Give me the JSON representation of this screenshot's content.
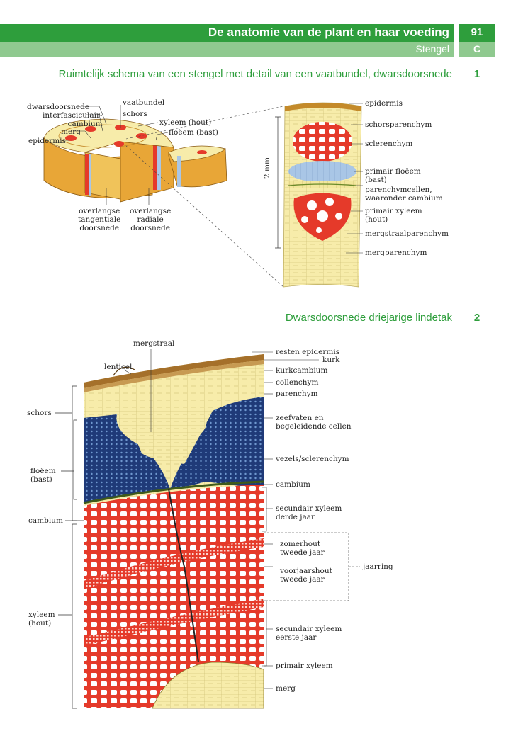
{
  "header": {
    "title": "De anatomie van de plant en haar voeding",
    "page_number": "91",
    "subtitle": "Stengel",
    "section_letter": "C"
  },
  "section1": {
    "title": "Ruimtelijk schema van een stengel met detail van een vaatbundel, dwarsdoorsnede",
    "number": "1",
    "labels": {
      "dwarsdoorsnede": "dwarsdoorsnede",
      "vaatbundel": "vaatbundel",
      "interfasciculair_cambium": "interfasciculair-\ncambium",
      "schors": "schors",
      "xyleem": "xyleem (hout)",
      "merg": "merg",
      "floeem": "floëem (bast)",
      "epidermis": "epidermis",
      "overlangse_tangentiale": "overlangse\ntangentiale\ndoorsnede",
      "overlangse_radiale": "overlangse\nradiale\ndoorsnede"
    },
    "detail_labels": {
      "epidermis": "epidermis",
      "schorsparenchym": "schorsparenchym",
      "sclerenchym": "sclerenchym",
      "primair_floeem": "primair floëem\n(bast)",
      "parenchymcellen": "parenchymcellen,\nwaaronder cambium",
      "primair_xyleem": "primair xyleem\n(hout)",
      "mergstraalparenchym": "mergstraalparenchym",
      "mergparenchym": "mergparenchym",
      "scale": "2 mm"
    }
  },
  "section2": {
    "title": "Dwarsdoorsnede driejarige lindetak",
    "number": "2",
    "left_labels": {
      "schors": "schors",
      "floeem": "floëem\n(bast)",
      "cambium": "cambium",
      "xyleem": "xyleem\n(hout)"
    },
    "top_labels": {
      "lenticel": "lenticel",
      "mergstraal": "mergstraal"
    },
    "right_labels": {
      "resten_epidermis": "resten epidermis",
      "kurk": "kurk",
      "kurkcambium": "kurkcambium",
      "collenchym": "collenchym",
      "parenchym": "parenchym",
      "zeefvaten": "zeefvaten en\nbegeleidende cellen",
      "vezels": "vezels/sclerenchym",
      "cambium": "cambium",
      "secundair_derde": "secundair xyleem\nderde jaar",
      "zomerhout": "zomerhout\ntweede jaar",
      "voorjaarshout": "voorjaarshout\ntweede jaar",
      "jaarring": "jaarring",
      "secundair_eerste": "secundair xyleem\neerste jaar",
      "primair_xyleem": "primair xyleem",
      "merg": "merg"
    }
  },
  "colors": {
    "header_green": "#2e9e3c",
    "header_light": "#8fc98f",
    "xylem_red": "#e53a2a",
    "phloem_blue": "#1f3a78",
    "light_blue": "#a9c6e6",
    "parenchyma_yellow": "#f7ecaa",
    "stem_orange": "#e8a637"
  }
}
